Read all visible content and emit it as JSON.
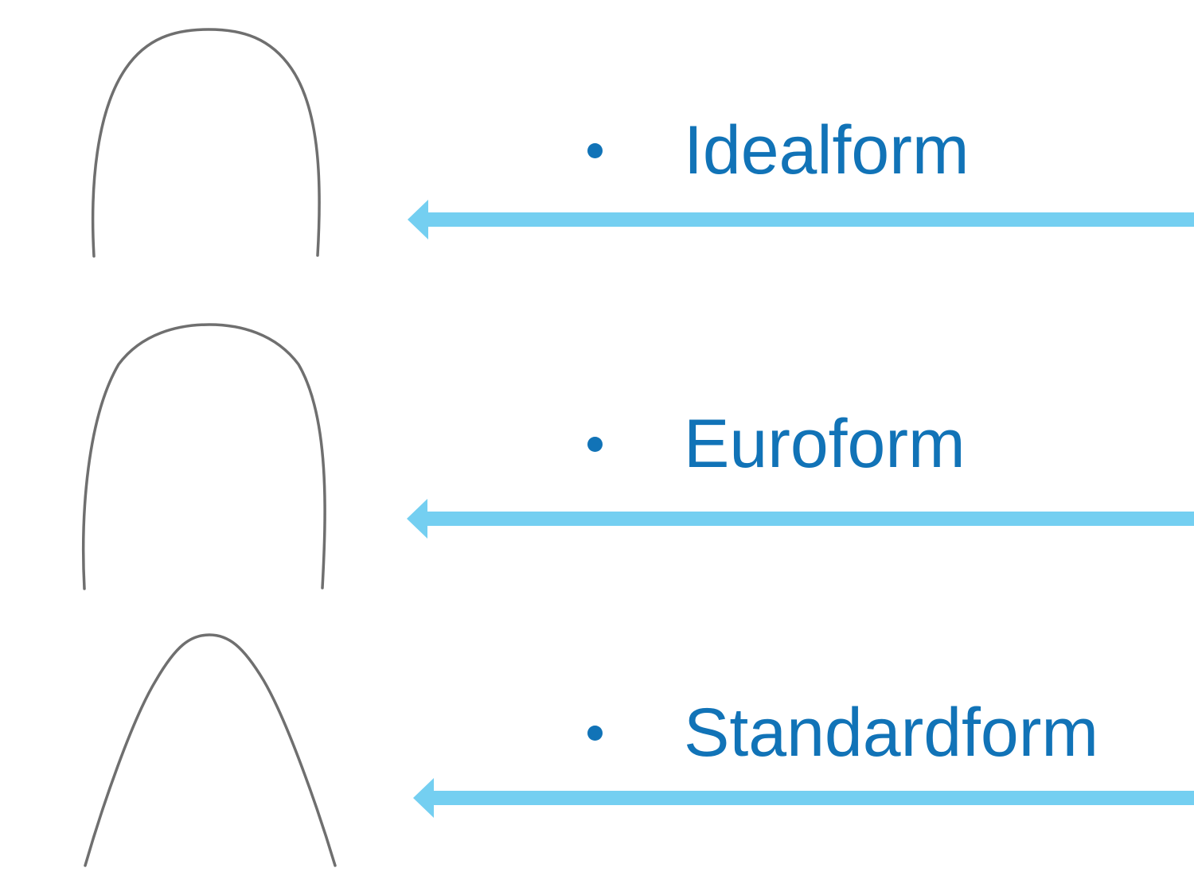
{
  "slide": {
    "items": [
      {
        "label": "Idealform"
      },
      {
        "label": "Euroform"
      },
      {
        "label": "Standardform"
      }
    ],
    "colors": {
      "background": "#ffffff",
      "label_text": "#1173b7",
      "bullet": "#1173b7",
      "arrow": "#74cff1",
      "wire": "#6f6f6f"
    }
  }
}
